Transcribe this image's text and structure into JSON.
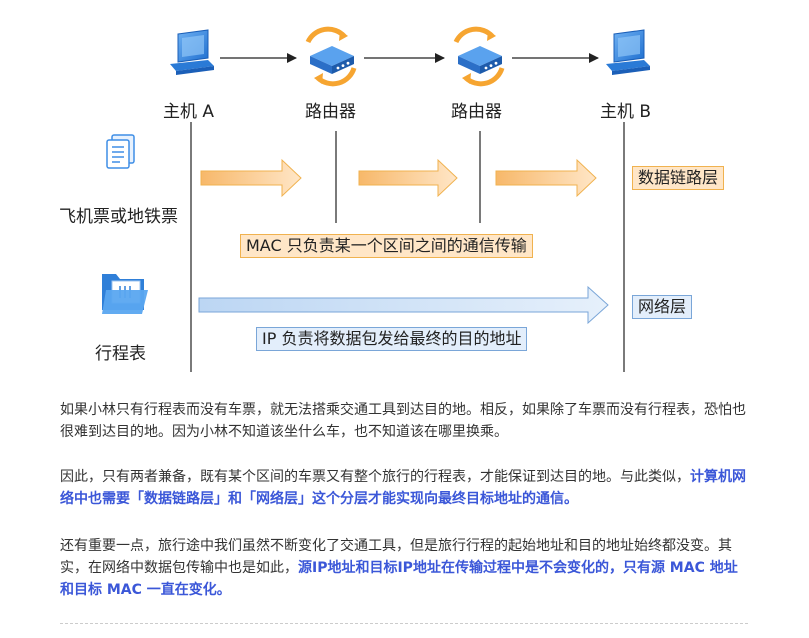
{
  "diagram": {
    "nodes": [
      {
        "id": "host-a",
        "label": "主机 A",
        "kind": "computer"
      },
      {
        "id": "router-1",
        "label": "路由器",
        "kind": "router"
      },
      {
        "id": "router-2",
        "label": "路由器",
        "kind": "router"
      },
      {
        "id": "host-b",
        "label": "主机 B",
        "kind": "computer"
      }
    ],
    "left_items": [
      {
        "label": "飞机票或地铁票",
        "icon": "ticket-document-icon"
      },
      {
        "label": "行程表",
        "icon": "folder-icon"
      }
    ],
    "mac_note": "MAC 只负责某一个区间之间的通信传输",
    "ip_note": "IP 负责将数据包发给最终的目的地址",
    "layer_data_link": "数据链路层",
    "layer_network": "网络层",
    "colors": {
      "orange_fill": "#ffe6c7",
      "orange_border": "#f0b24f",
      "blue_fill": "#e3eefb",
      "blue_border": "#7aa6d8",
      "highlight": "#3b57d8"
    }
  },
  "text": {
    "p1": "如果小林只有行程表而没有车票，就无法搭乘交通工具到达目的地。相反，如果除了车票而没有行程表，恐怕也很难到达目的地。因为小林不知道该坐什么车，也不知道该在哪里换乘。",
    "p2_plain": "因此，只有两者兼备，既有某个区间的车票又有整个旅行的行程表，才能保证到达目的地。与此类似，",
    "p2_bold": "计算机网络中也需要「数据链路层」和「网络层」这个分层才能实现向最终目标地址的通信。",
    "p3_plain": "还有重要一点，旅行途中我们虽然不断变化了交通工具，但是旅行行程的起始地址和目的地址始终都没变。其实，在网络中数据包传输中也是如此，",
    "p3_bold": "源IP地址和目标IP地址在传输过程中是不会变化的，只有源 MAC 地址和目标 MAC 一直在变化。"
  }
}
